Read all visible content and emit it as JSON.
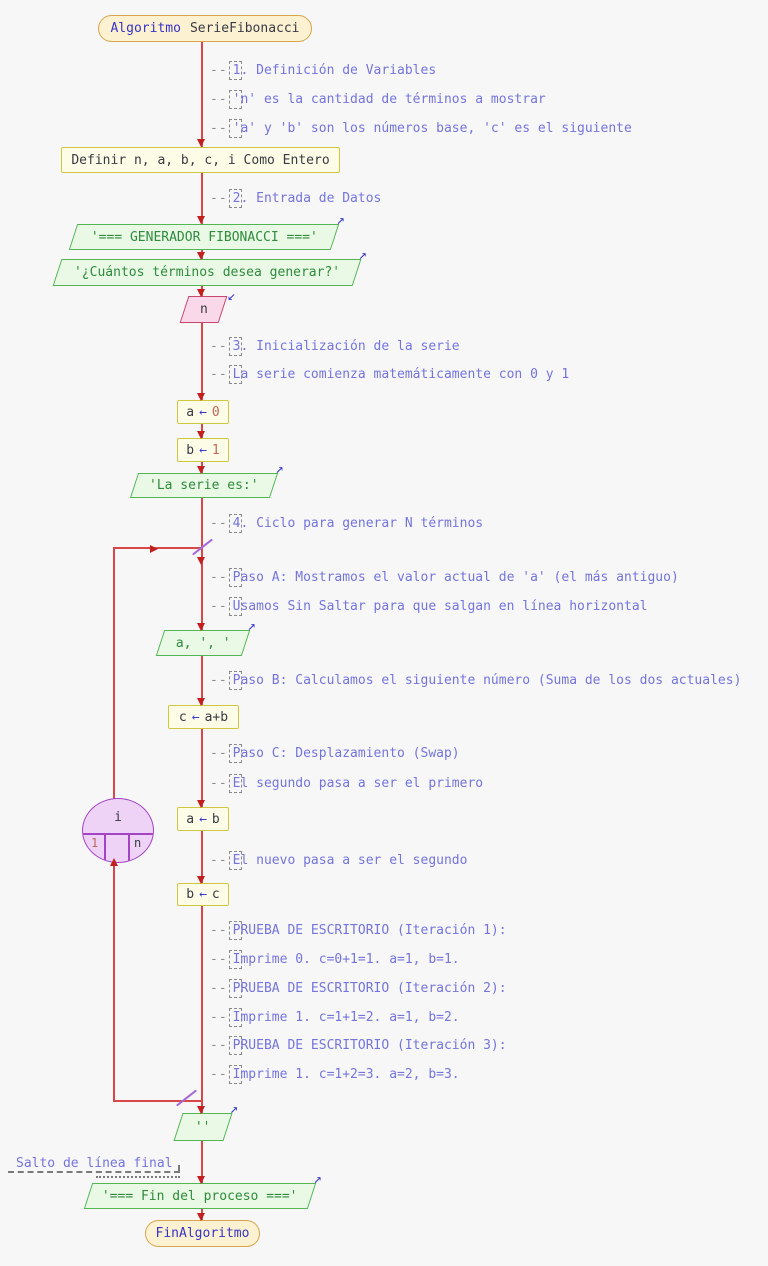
{
  "nodes": {
    "start": {
      "keyword": "Algoritmo",
      "name": "SerieFibonacci"
    },
    "define": {
      "text": "Definir n, a, b, c, i Como Entero"
    },
    "out_header": {
      "text": "'=== GENERADOR FIBONACCI ==='"
    },
    "out_prompt": {
      "text": "'¿Cuántos términos desea generar?'"
    },
    "read_n": {
      "text": "n"
    },
    "assign_a0": {
      "target": "a",
      "op": "←",
      "value": "0"
    },
    "assign_b1": {
      "target": "b",
      "op": "←",
      "value": "1"
    },
    "out_serie": {
      "text": "'La serie es:'"
    },
    "out_a": {
      "prefix": "a, ",
      "str": "', '"
    },
    "assign_c": {
      "target": "c",
      "op": "←",
      "value": "a+b"
    },
    "assign_ab": {
      "target": "a",
      "op": "←",
      "value": "b"
    },
    "assign_bc": {
      "target": "b",
      "op": "←",
      "value": "c"
    },
    "loop": {
      "var": "i",
      "from": "1",
      "to": "n"
    },
    "out_empty": {
      "text": "''"
    },
    "out_end": {
      "text": "'=== Fin del proceso ==='"
    },
    "end": {
      "keyword": "FinAlgoritmo"
    }
  },
  "io_arrows": {
    "output": "↗",
    "input": "↙"
  },
  "comments": {
    "c1": "1. Definición de Variables",
    "c2": "'n' es la cantidad de términos a mostrar",
    "c3": "'a' y 'b' son los números base, 'c' es el siguiente",
    "c4": "2. Entrada de Datos",
    "c5": "3. Inicialización de la serie",
    "c6": "La serie comienza matemáticamente con 0 y 1",
    "c7": "4. Ciclo para generar N términos",
    "c8": "Paso A: Mostramos el valor actual de 'a' (el más antiguo)",
    "c9": "Usamos Sin Saltar para que salgan en línea horizontal",
    "c10": "Paso B: Calculamos el siguiente número (Suma de los dos actuales)",
    "c11": "Paso C: Desplazamiento (Swap)",
    "c12": "El segundo pasa a ser el primero",
    "c13": "El nuevo pasa a ser el segundo",
    "c14": "PRUEBA DE ESCRITORIO (Iteración 1):",
    "c15": "Imprime 0. c=0+1=1. a=1, b=1.",
    "c16": "PRUEBA DE ESCRITORIO (Iteración 2):",
    "c17": "Imprime 1. c=1+1=2. a=1, b=2.",
    "c18": "PRUEBA DE ESCRITORIO (Iteración 3):",
    "c19": "Imprime 1. c=1+2=3. a=2, b=3.",
    "c20": "Salto de línea final",
    "dash_prefix": "--"
  },
  "colors": {
    "background": "#f7f7f8",
    "flow_line": "#d94848",
    "arrowhead": "#c21f1f",
    "comment_text": "#7474dd",
    "comment_icon": "#8a8a8a",
    "terminator_fill": "#fcf1d1",
    "terminator_border": "#d8a44c",
    "keyword_blue": "#3535c8",
    "process_fill": "#fdfce6",
    "process_border": "#cfc83e",
    "output_fill": "#e9f9e5",
    "output_border": "#53b553",
    "output_text": "#2e8b3c",
    "input_fill": "#f9d9e9",
    "input_border": "#c8456e",
    "loop_fill": "#eed3f6",
    "loop_border": "#a344c4",
    "crossing_slash": "#a868d8",
    "number_literal": "#c0685a"
  }
}
